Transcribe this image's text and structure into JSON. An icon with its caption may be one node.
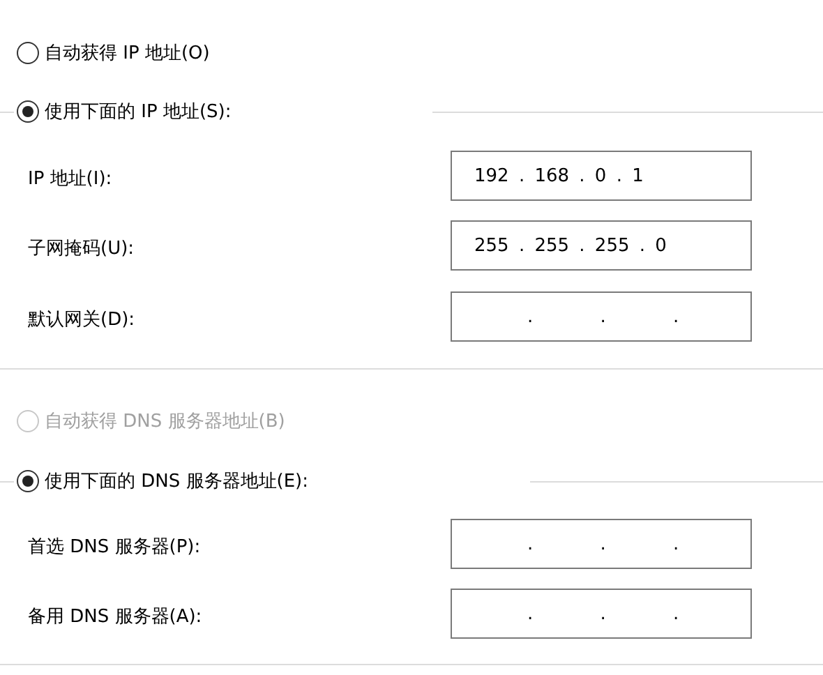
{
  "diagram": {
    "nodes": [
      {
        "text": [
          "192 . 168 . 0 . 1"
        ]
      },
      {
        "text": [
          "255 . 255 . 255 . 0"
        ]
      },
      {
        "text": [
          ". . ."
        ]
      },
      {
        "text": [
          ". . ."
        ]
      },
      {
        "text": [
          ". . ."
        ]
      }
    ],
    "labels": [
      "自动获得 IP 地址(O)",
      "使用下面的 IP 地址(S):",
      "IP 地址(I):",
      "子网掩码(U):",
      "默认网关(D):",
      "自动获得 DNS 服务器地址(B)",
      "使用下面的 DNS 服务器地址(E):",
      "首选 DNS 服务器(P):",
      "备用 DNS 服务器(A):"
    ]
  }
}
